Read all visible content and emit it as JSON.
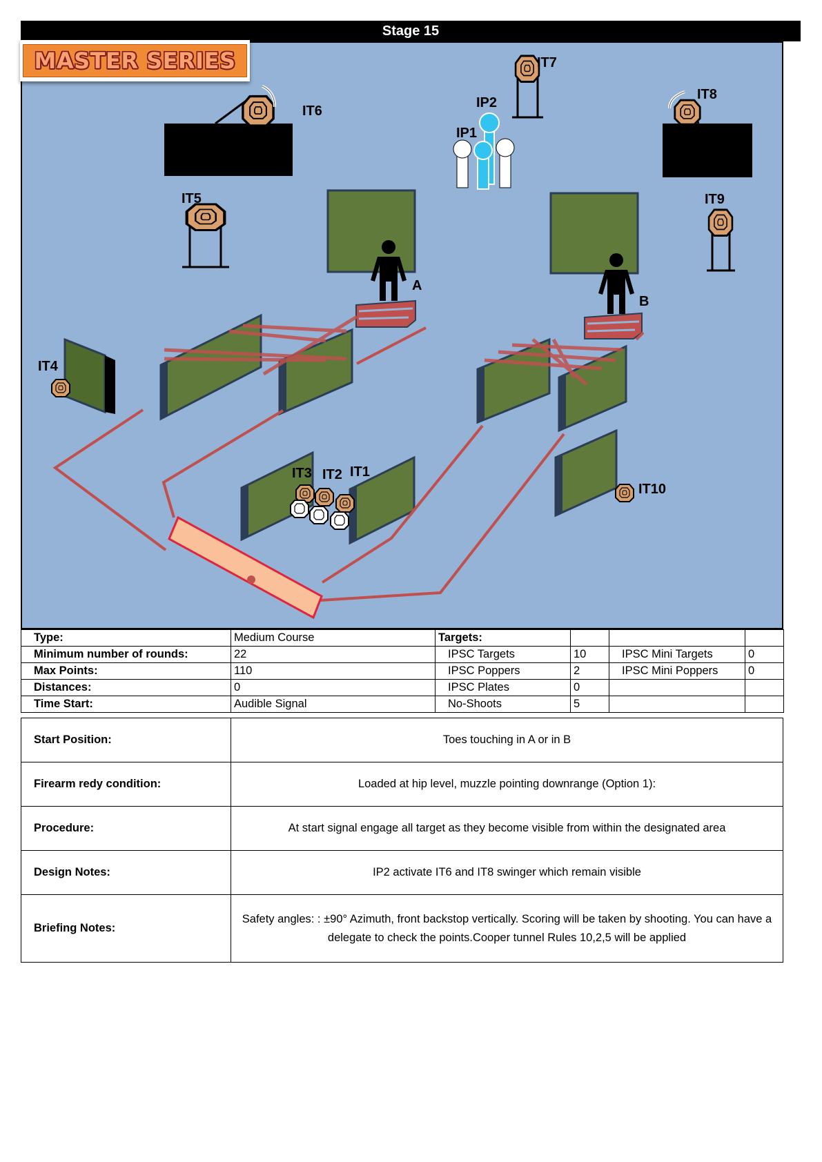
{
  "header": {
    "stage_title": "Stage 15"
  },
  "badge": {
    "text": "MASTER SERIES"
  },
  "diagram": {
    "target_labels": {
      "it1": "IT1",
      "it2": "IT2",
      "it3": "IT3",
      "it4": "IT4",
      "it5": "IT5",
      "it6": "IT6",
      "it7": "IT7",
      "it8": "IT8",
      "it9": "IT9",
      "it10": "IT10",
      "ip1": "IP1",
      "ip2": "IP2"
    },
    "positions": {
      "a": "A",
      "b": "B"
    },
    "colors": {
      "background": "#95b3d7",
      "wall": "#5f7a3a",
      "fault_line": "#c0504d",
      "target": "#d9a06e",
      "popper_blue": "#33c3f0",
      "shooting_box": "#f9c09a"
    }
  },
  "info": {
    "type_label": "Type:",
    "type_value": "Medium Course",
    "rounds_label": "Minimum number of rounds:",
    "rounds_value": "22",
    "points_label": "Max Points:",
    "points_value": "110",
    "distances_label": "Distances:",
    "distances_value": "0",
    "time_label": "Time Start:",
    "time_value": "Audible Signal",
    "targets_label": "Targets:",
    "ipsc_targets_label": "IPSC Targets",
    "ipsc_targets_value": "10",
    "ipsc_poppers_label": "IPSC Poppers",
    "ipsc_poppers_value": "2",
    "ipsc_plates_label": "IPSC Plates",
    "ipsc_plates_value": "0",
    "no_shoots_label": "No-Shoots",
    "no_shoots_value": "5",
    "mini_targets_label": "IPSC Mini Targets",
    "mini_targets_value": "0",
    "mini_poppers_label": "IPSC Mini Poppers",
    "mini_poppers_value": "0"
  },
  "notes": {
    "start_label": "Start Position:",
    "start_value": "Toes touching  in A or in B",
    "firearm_label": "Firearm redy condition:",
    "firearm_value": "Loaded at hip level, muzzle pointing downrange (Option 1):",
    "procedure_label": "Procedure:",
    "procedure_value": "At start signal engage all target as they become visible from within the designated area",
    "design_label": "Design Notes:",
    "design_value": "IP2 activate IT6 and IT8 swinger which remain visible",
    "briefing_label": "Briefing Notes:",
    "briefing_value": "Safety angles: : ±90° Azimuth, front backstop vertically. Scoring will be taken by shooting. You can have a delegate to check the points.Cooper tunnel Rules 10,2,5 will be applied"
  }
}
